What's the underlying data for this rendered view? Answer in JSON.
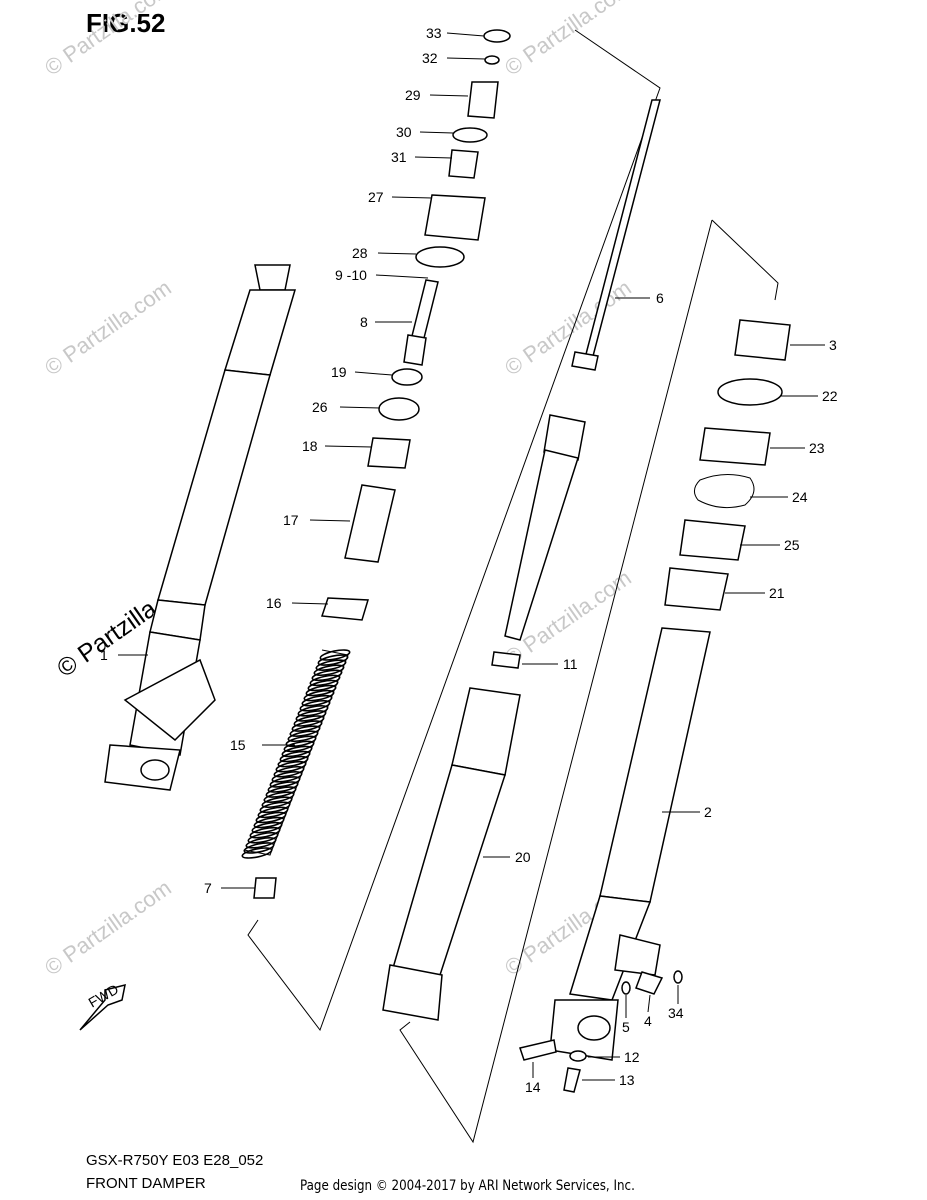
{
  "figure": {
    "title": "FIG.52",
    "model_code": "GSX-R750Y E03 E28_052",
    "name": "FRONT DAMPER",
    "copyright": "Page design © 2004-2017 by ARI Network Services, Inc."
  },
  "watermark": {
    "text": "© Partzilla.com"
  },
  "arrow": {
    "label": "FWD"
  },
  "callouts": [
    "33",
    "32",
    "29",
    "30",
    "31",
    "27",
    "28",
    "9 -10",
    "8",
    "19",
    "26",
    "18",
    "17",
    "16",
    "15",
    "7",
    "1",
    "6",
    "11",
    "20",
    "2",
    "3",
    "22",
    "23",
    "24",
    "25",
    "21",
    "5",
    "4",
    "34",
    "12",
    "14",
    "13"
  ]
}
